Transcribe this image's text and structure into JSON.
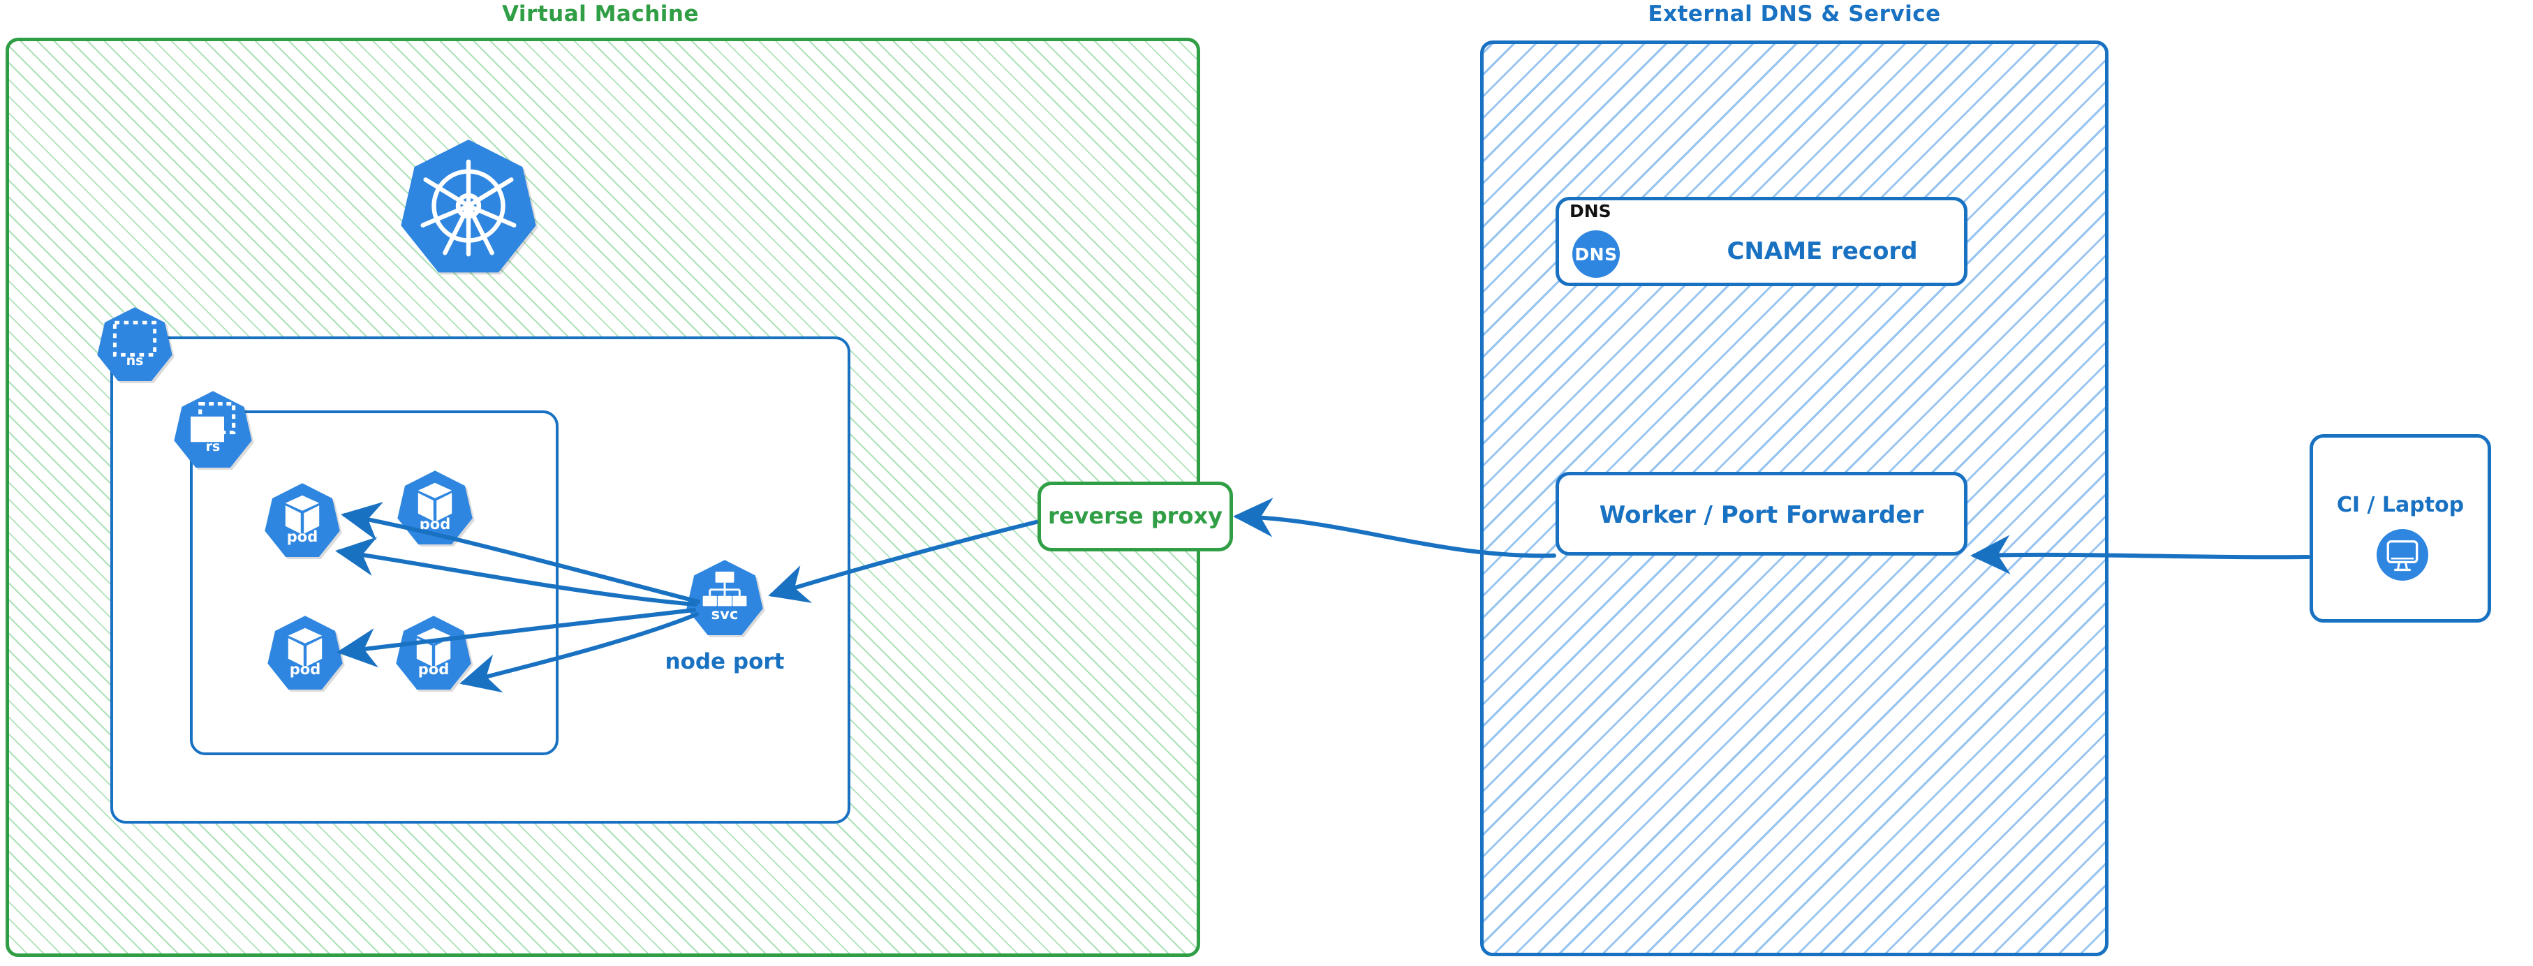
{
  "diagram": {
    "title": "Kubernetes NodePort exposure via reverse proxy and external DNS",
    "style": "hand-drawn",
    "colors": {
      "green": "#2f9e44",
      "blue": "#1971c2",
      "k8s_blue": "#2f86e0",
      "arrow": "#1971c2",
      "background": "#ffffff"
    }
  },
  "groups": [
    {
      "id": "vm",
      "title": "Virtual Machine",
      "color": "#2f9e44",
      "hatch": "diagonal-up"
    },
    {
      "id": "external",
      "title": "External DNS & Service",
      "color": "#1971c2",
      "hatch": "diagonal-down"
    }
  ],
  "vm": {
    "title": "Virtual Machine",
    "k8s_logo": {
      "name": "kubernetes-logo",
      "label": ""
    },
    "namespace": {
      "icon_label": "ns",
      "name": "namespace"
    },
    "replicaset": {
      "icon_label": "rs",
      "name": "replicaset"
    },
    "pods": [
      {
        "icon_label": "pod"
      },
      {
        "icon_label": "pod"
      },
      {
        "icon_label": "pod"
      },
      {
        "icon_label": "pod"
      }
    ],
    "service": {
      "icon_label": "svc",
      "caption": "node port"
    },
    "reverse_proxy": {
      "label": "reverse proxy"
    }
  },
  "external": {
    "title": "External DNS & Service",
    "dns_card": {
      "kicker": "DNS",
      "badge": "DNS",
      "label": "CNAME record"
    },
    "worker_card": {
      "label": "Worker / Port Forwarder"
    }
  },
  "client": {
    "card": {
      "label": "CI / Laptop",
      "icon": "desktop-monitor-icon"
    }
  },
  "connections": [
    {
      "from": "CI / Laptop",
      "to": "Worker / Port Forwarder",
      "direction": "left"
    },
    {
      "from": "Worker / Port Forwarder",
      "to": "reverse proxy",
      "direction": "left"
    },
    {
      "from": "reverse proxy",
      "to": "node port (svc)",
      "direction": "left-down"
    },
    {
      "from": "svc",
      "to": "pod",
      "direction": "fan-out",
      "count": 4
    }
  ]
}
